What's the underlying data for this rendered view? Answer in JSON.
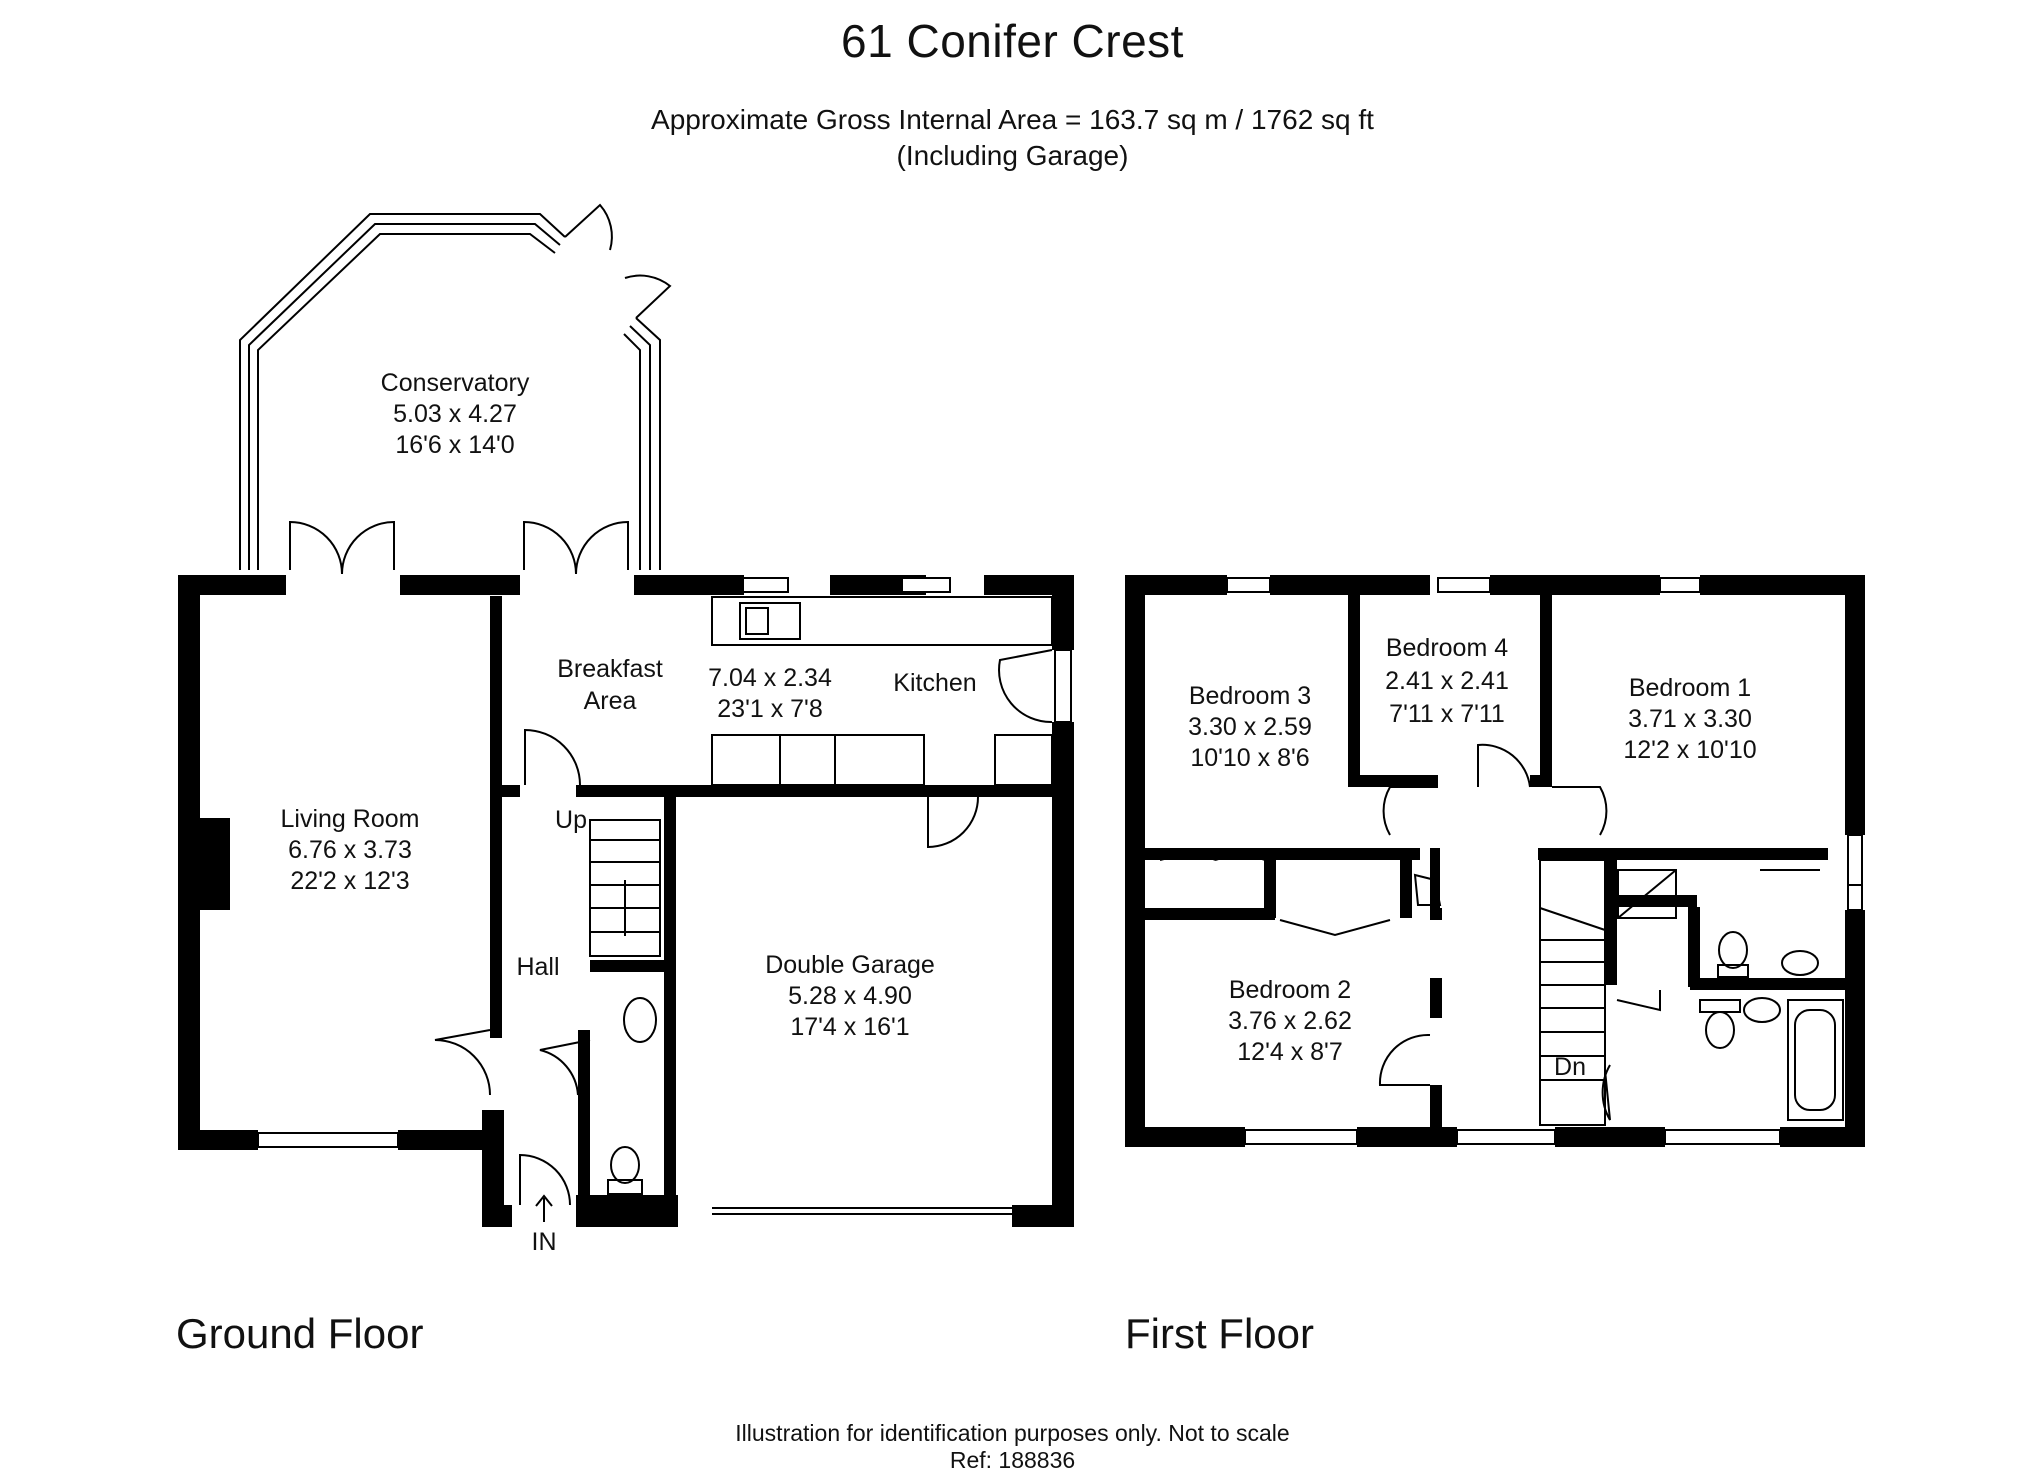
{
  "header": {
    "title": "61 Conifer Crest",
    "area_line": "Approximate Gross Internal Area = 163.7 sq m / 1762 sq ft",
    "area_note": "(Including Garage)"
  },
  "ground_floor": {
    "label": "Ground Floor",
    "rooms": [
      {
        "name": "Conservatory",
        "metric": "5.03 x 4.27",
        "imperial": "16'6 x 14'0"
      },
      {
        "name": "Living Room",
        "metric": "6.76 x 3.73",
        "imperial": "22'2 x 12'3"
      },
      {
        "name_lines": [
          "Breakfast",
          "Area"
        ]
      },
      {
        "name": "Kitchen",
        "metric": "7.04 x 2.34",
        "imperial": "23'1 x 7'8"
      },
      {
        "name": "Double Garage",
        "metric": "5.28 x 4.90",
        "imperial": "17'4 x 16'1"
      },
      {
        "name": "Hall"
      }
    ],
    "stairs_label": "Up",
    "entrance_label": "IN"
  },
  "first_floor": {
    "label": "First Floor",
    "rooms": [
      {
        "name": "Bedroom 3",
        "metric": "3.30 x 2.59",
        "imperial": "10'10 x 8'6"
      },
      {
        "name": "Bedroom 4",
        "metric": "2.41 x 2.41",
        "imperial": "7'11 x 7'11"
      },
      {
        "name": "Bedroom 1",
        "metric": "3.71 x 3.30",
        "imperial": "12'2 x 10'10"
      },
      {
        "name": "Bedroom 2",
        "metric": "3.76 x 2.62",
        "imperial": "12'4 x 8'7"
      }
    ],
    "stairs_label": "Dn"
  },
  "footer": {
    "disclaimer": "Illustration for identification purposes only. Not to scale",
    "ref": "Ref: 188836"
  }
}
